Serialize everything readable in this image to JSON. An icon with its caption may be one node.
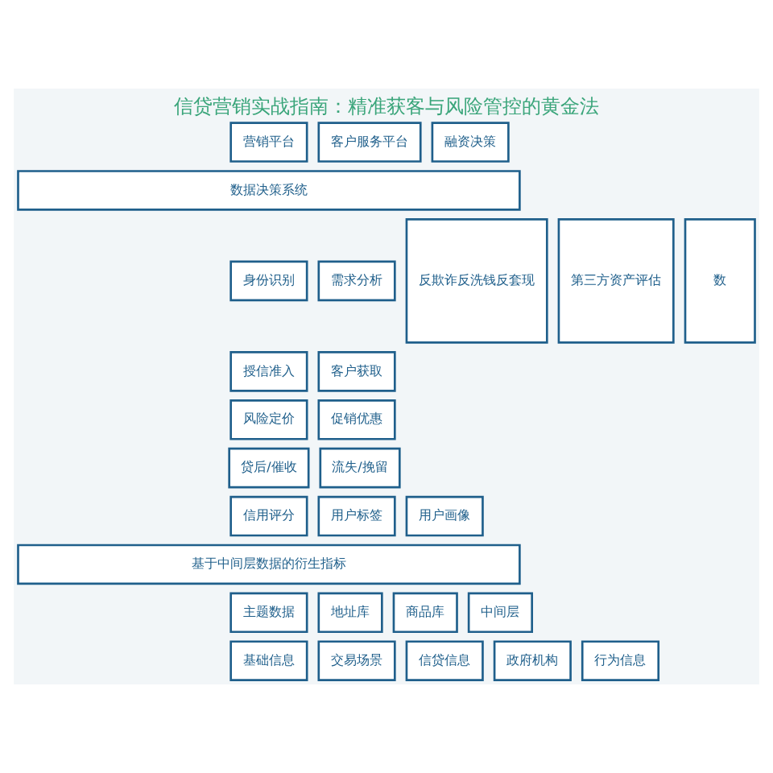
{
  "diagram": {
    "title": "信贷营销实战指南：精准获客与风险管控的黄金法",
    "nodes": [
      {
        "text": [
          "营销平台"
        ]
      },
      {
        "text": [
          "客户服务平台"
        ]
      },
      {
        "text": [
          "融资决策"
        ]
      },
      {
        "text": [
          "数据决策系统"
        ]
      },
      {
        "text": [
          "身份识别"
        ]
      },
      {
        "text": [
          "需求分析"
        ]
      },
      {
        "text": [
          "反欺诈反洗钱反套现"
        ]
      },
      {
        "text": [
          "第三方资产评估"
        ]
      },
      {
        "text": [
          "数"
        ]
      },
      {
        "text": [
          "授信准入"
        ]
      },
      {
        "text": [
          "客户获取"
        ]
      },
      {
        "text": [
          "风险定价"
        ]
      },
      {
        "text": [
          "促销优惠"
        ]
      },
      {
        "text": [
          "贷后/催收"
        ]
      },
      {
        "text": [
          "流失/挽留"
        ]
      },
      {
        "text": [
          "信用评分"
        ]
      },
      {
        "text": [
          "用户标签"
        ]
      },
      {
        "text": [
          "用户画像"
        ]
      },
      {
        "text": [
          "基于中间层数据的衍生指标"
        ]
      },
      {
        "text": [
          "主题数据"
        ]
      },
      {
        "text": [
          "地址库"
        ]
      },
      {
        "text": [
          "商品库"
        ]
      },
      {
        "text": [
          "中间层"
        ]
      },
      {
        "text": [
          "基础信息"
        ]
      },
      {
        "text": [
          "交易场景"
        ]
      },
      {
        "text": [
          "信贷信息"
        ]
      },
      {
        "text": [
          "政府机构"
        ]
      },
      {
        "text": [
          "行为信息"
        ]
      }
    ],
    "edges": []
  }
}
